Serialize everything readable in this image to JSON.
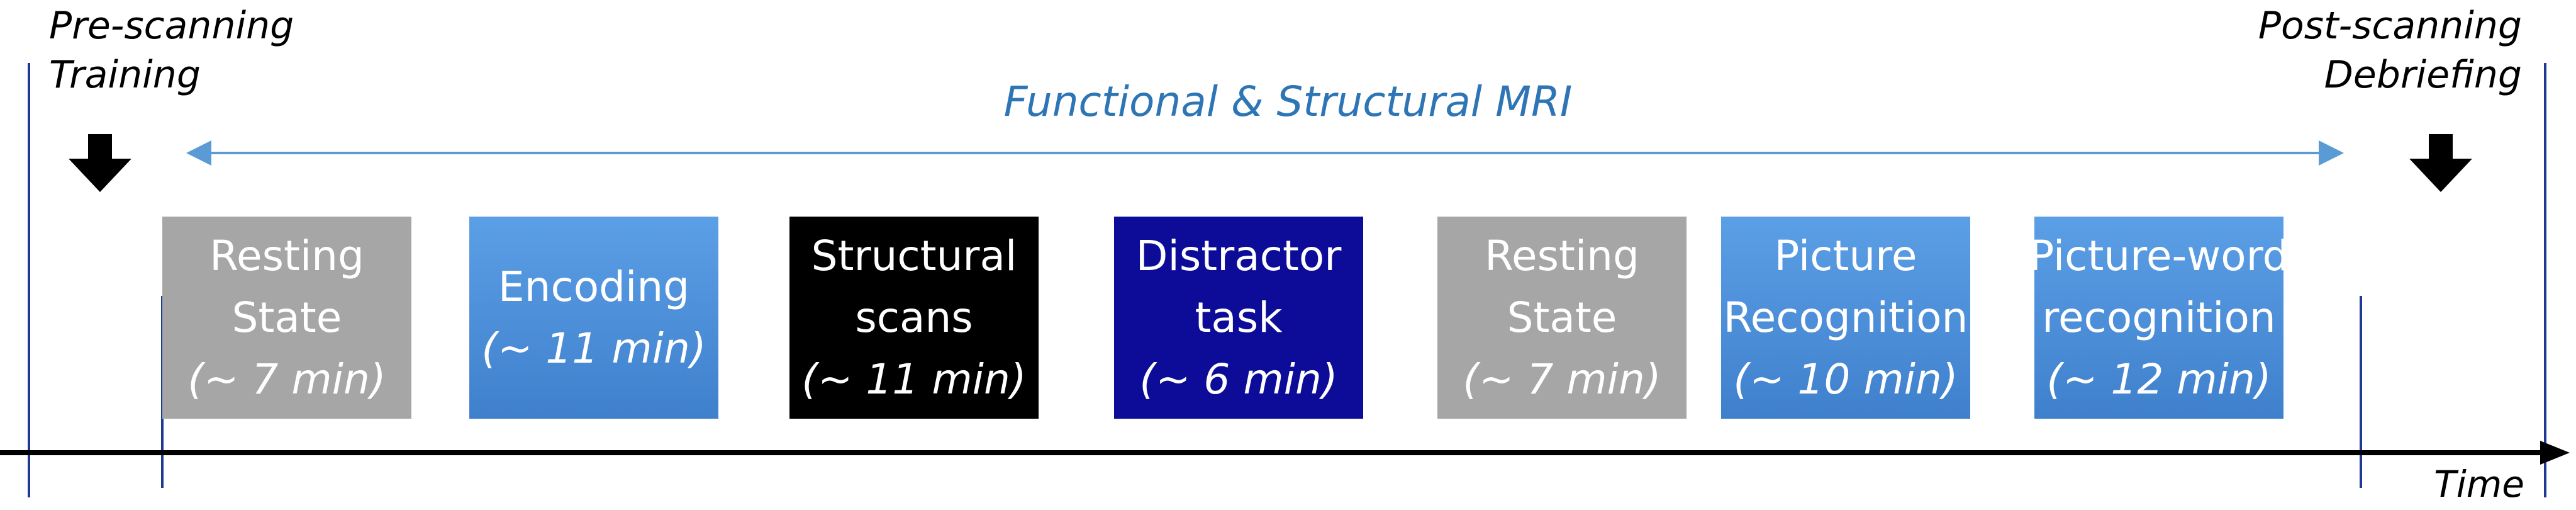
{
  "labels": {
    "pre_line1": "Pre-scanning",
    "pre_line2": "Training",
    "post_line1": "Post-scanning",
    "post_line2": "Debriefing",
    "mri_span": "Functional & Structural MRI",
    "time_axis": "Time"
  },
  "blocks": [
    {
      "line1": "Resting",
      "line2": "State",
      "duration": "(~ 7 min)",
      "color": "#a6a6a6"
    },
    {
      "line1": "Encoding",
      "line2": "",
      "duration": "(~ 11 min)",
      "color": "#4a90d9"
    },
    {
      "line1": "Structural",
      "line2": "scans",
      "duration": "(~ 11 min)",
      "color": "#000000"
    },
    {
      "line1": "Distractor",
      "line2": "task",
      "duration": "(~ 6 min)",
      "color": "#0c0c99"
    },
    {
      "line1": "Resting",
      "line2": "State",
      "duration": "(~ 7 min)",
      "color": "#a6a6a6"
    },
    {
      "line1": "Picture",
      "line2": "Recognition",
      "duration": "(~ 10 min)",
      "color": "#4a90d9"
    },
    {
      "line1": "Picture-word",
      "line2": "recognition",
      "duration": "(~ 12 min)",
      "color": "#4a90d9"
    }
  ],
  "colors": {
    "mri_text": "#2e75b6",
    "mri_arrow": "#5b9bd5",
    "boundary_lines": "#1f3a93",
    "axis": "#000000"
  }
}
